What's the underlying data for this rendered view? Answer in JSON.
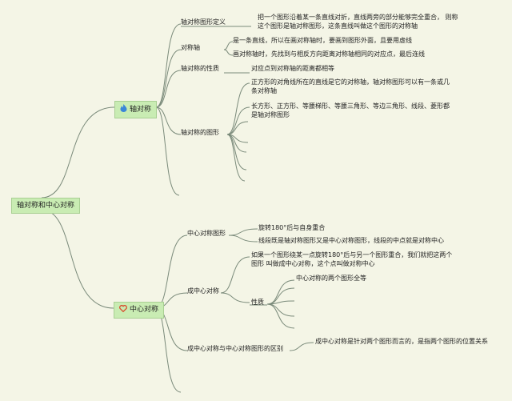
{
  "root": {
    "label": "轴对称和中心对称"
  },
  "axis": {
    "label": "轴对称",
    "icon": "flame-icon",
    "color": "#3a86d8",
    "def_label": "轴对称图形定义",
    "def_text": "把一个图形沿着某一条直线对折，直线两旁的部分能够完全重合， 则称这个图形是轴对称图形，这条直线叫做这个图形的对称轴",
    "sym_axis_label": "对称轴",
    "sym_axis_1": "是一条直线，所以在画对称轴时，要画到图形外面，且要用虚线",
    "sym_axis_2": "画对称轴时，先找到与相反方向距离对称轴相同的对应点，最后连线",
    "prop_label": "轴对称的性质",
    "prop_text": "对应点到对称轴的距离都相等",
    "shapes_label": "轴对称的图形",
    "shapes_1": "正方形的对角线所在的直线是它的对称轴，轴对称图形可以有一条或几条对称轴",
    "shapes_2": "长方形、正方形、等腰梯形、等腰三角形、等边三角形、线段、菱形都是轴对称图形"
  },
  "center": {
    "label": "中心对称",
    "icon": "heart-icon",
    "color": "#d94a2c",
    "fig_label": "中心对称图形",
    "fig_1": "旋转180°后与自身重合",
    "fig_2": "线段既是轴对称图形又是中心对称图形，线段的中点就是对称中心",
    "sym_label": "成中心对称",
    "sym_def": "如果一个图形绕某一点旋转180°后与另一个图形重合，我们就把这两个图形 叫做成中心对称，这个点叫做对称中心",
    "nature_label": "性质",
    "nature_1": "中心对称的两个图形全等",
    "diff_label": "成中心对称与中心对称图形的区别",
    "diff_text": "成中心对称是针对两个图形而言的，是指两个图形的位置关系"
  },
  "line_color": "#7a8a7a"
}
